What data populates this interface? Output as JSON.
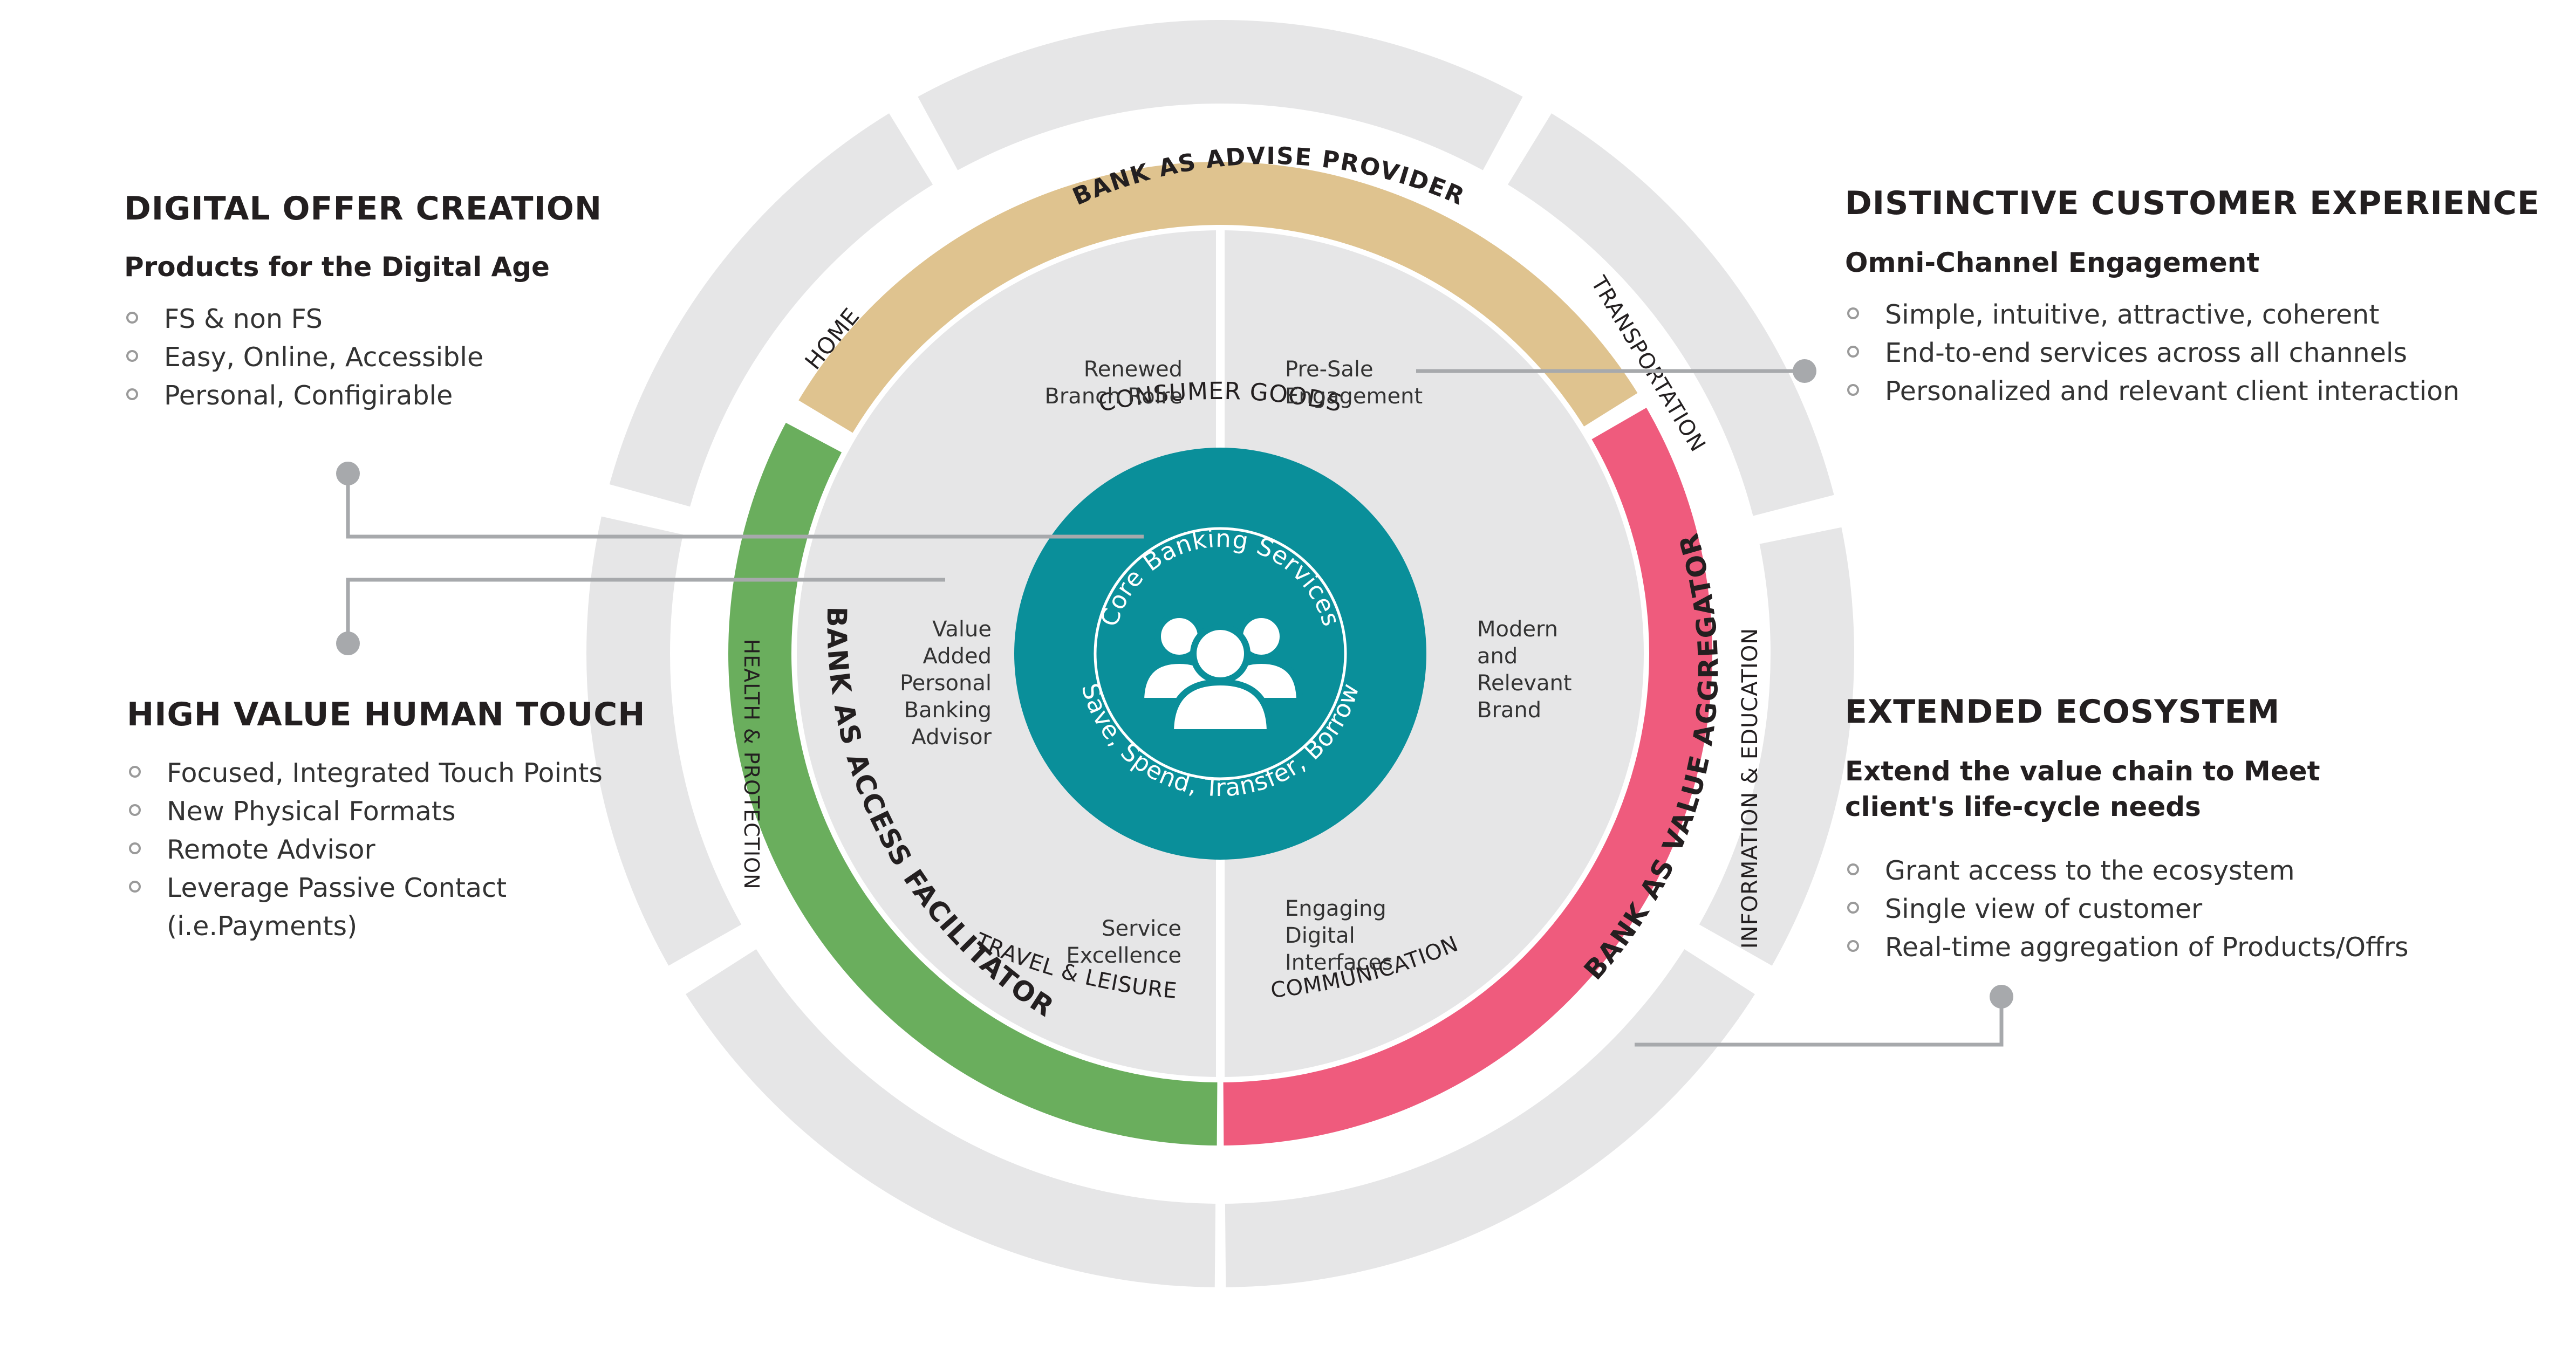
{
  "panels": {
    "digital_offer": {
      "title": "DIGITAL OFFER CREATION",
      "subtitle": "Products for the Digital Age",
      "bullets": [
        "FS & non FS",
        "Easy, Online, Accessible",
        "Personal, Configirable"
      ]
    },
    "human_touch": {
      "title": "HIGH VALUE HUMAN TOUCH",
      "bullets": [
        "Focused, Integrated Touch Points",
        "New Physical Formats",
        "Remote Advisor",
        "Leverage Passive Contact",
        "(i.e.Payments)"
      ]
    },
    "customer_experience": {
      "title": "DISTINCTIVE CUSTOMER EXPERIENCE",
      "subtitle": "Omni-Channel Engagement",
      "bullets": [
        "Simple, intuitive, attractive, coherent",
        "End-to-end services across all channels",
        "Personalized and relevant client interaction"
      ]
    },
    "ecosystem": {
      "title": "EXTENDED ECOSYSTEM",
      "subtitle_lines": [
        "Extend the value chain to Meet",
        "client's life-cycle needs"
      ],
      "bullets": [
        "Grant access to the ecosystem",
        "Single view of customer",
        "Real-time aggregation of Products/Offrs"
      ]
    }
  },
  "outer_ring": {
    "segments": [
      "CONSUMER GOODS",
      "TRANSPORTATION",
      "INFORMATION & EDUCATION",
      "COMMUNICATION",
      "TRAVEL & LEISURE",
      "HEALTH & PROTECTION",
      "HOME"
    ]
  },
  "middle_ring": {
    "advise": {
      "label": "BANK AS ADVISE PROVIDER",
      "color": "#dfc38f"
    },
    "aggregator": {
      "label": "BANK AS VALUE AGGREGATOR",
      "color": "#ef5b7d"
    },
    "facilitator": {
      "label": "BANK AS ACCESS FACILITATOR",
      "color": "#6aae5d"
    }
  },
  "inner_disc": {
    "quadrants": {
      "renewed_branch": [
        "Renewed",
        "Branch Rolre"
      ],
      "pre_sale": [
        "Pre-Sale",
        "Engagement"
      ],
      "value_added": [
        "Value",
        "Added",
        "Personal",
        "Banking",
        "Advisor"
      ],
      "modern_brand": [
        "Modern",
        "and",
        "Relevant",
        "Brand"
      ],
      "service_excellence": [
        "Service",
        "Excellence"
      ],
      "digital_interfaces": [
        "Engaging",
        "Digital",
        "Interfaces"
      ]
    }
  },
  "core": {
    "title": "Core Banking Services",
    "subtitle": "Save, Spend, Transfer, Borrow",
    "icon": "people-group-icon",
    "color": "#0a8f9a"
  },
  "colors": {
    "outer_ring": "#e6e6e7",
    "inner_disc": "#e6e6e7",
    "connector": "#a7a9ac"
  }
}
